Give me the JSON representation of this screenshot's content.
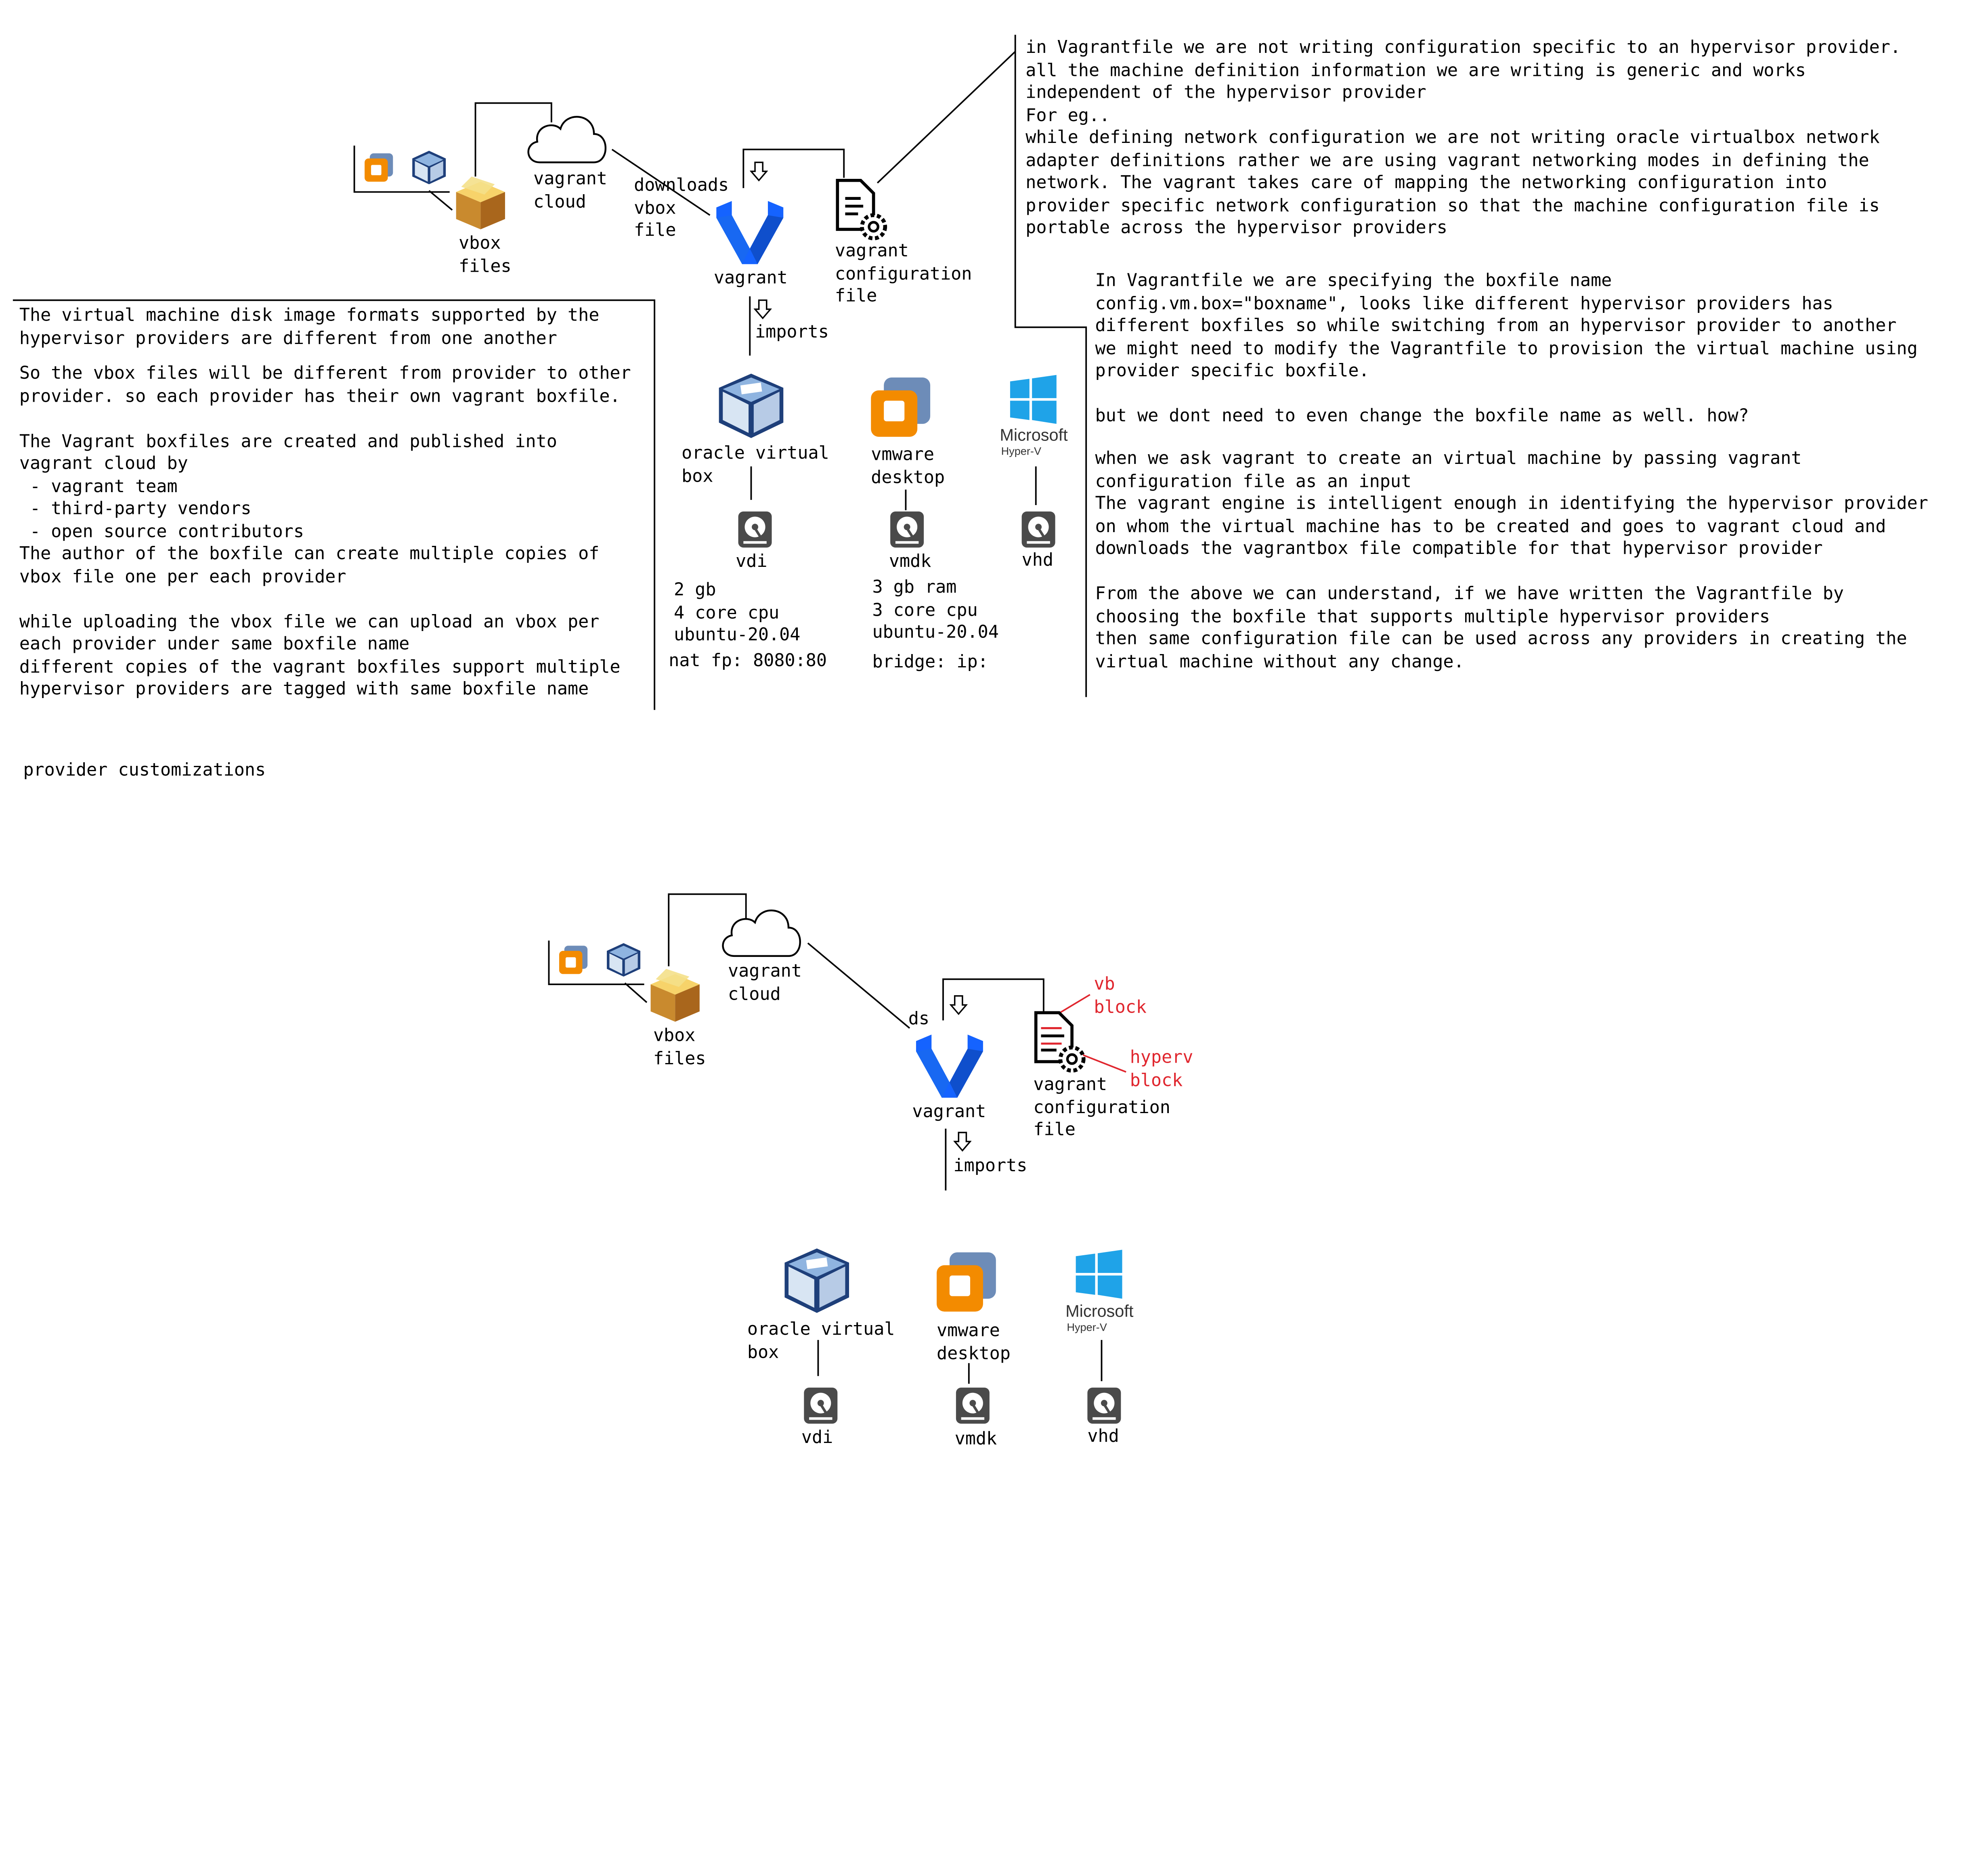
{
  "colors": {
    "vagrant_blue": "#1563ff",
    "vmware_orange": "#f38b00",
    "vmware_blue": "#6d8cb8",
    "windows_blue": "#1fa3e8",
    "annotation_red": "#e0262e"
  },
  "icons": [
    "vmware-icon",
    "virtualbox-icon",
    "package-icon",
    "cloud-icon",
    "vagrant-logo-icon",
    "config-file-gear-icon",
    "hard-disk-icon",
    "windows-logo-icon",
    "arrow-down-icon"
  ],
  "top": {
    "vbox_files": "vbox\nfiles",
    "vagrant_cloud": "vagrant\ncloud",
    "downloads": "downloads\nvbox\nfile",
    "vagrant": "vagrant",
    "config_file": "vagrant\nconfiguration\nfile",
    "imports": "imports",
    "providers": {
      "virtualbox": "oracle virtual\nbox",
      "vmware": "vmware\ndesktop",
      "hyperv_name": "Microsoft",
      "hyperv_sub": "Hyper-V"
    },
    "disks": {
      "vdi": "vdi",
      "vmdk": "vmdk",
      "vhd": "vhd"
    },
    "vbox_specs": "2 gb\n4 core cpu\nubuntu-20.04",
    "vbox_net": "nat fp: 8080:80",
    "vmware_specs": "3 gb ram\n3 core cpu\nubuntu-20.04",
    "vmware_net": "bridge: ip:"
  },
  "notes": {
    "hypervisor_independent": "in Vagrantfile we are not writing configuration specific to an hypervisor provider.\nall the machine definition information we are writing is generic and works\nindependent of the hypervisor provider\nFor eg..\nwhile defining network configuration we are not writing oracle virtualbox network\nadapter definitions rather we are using vagrant networking modes in defining the\nnetwork. The vagrant takes care of mapping the networking configuration into\nprovider specific network configuration so that the machine configuration file is\nportable across the hypervisor providers",
    "boxfile_name": "In Vagrantfile we are specifying the boxfile name\nconfig.vm.box=\"boxname\", looks like different hypervisor providers has\ndifferent boxfiles so while switching from an hypervisor provider to another\nwe might need to modify the Vagrantfile to provision the virtual machine using\nprovider specific boxfile.\n\nbut we dont need to even change the boxfile name as well. how?",
    "engine": "when we ask vagrant to create an virtual machine by passing vagrant\nconfiguration file as an input\nThe vagrant engine is intelligent enough in identifying the hypervisor provider\non whom the virtual machine has to be created and goes to vagrant cloud and\ndownloads the vagrantbox file compatible for that hypervisor provider",
    "conclusion": "From the above we can understand, if we have written the Vagrantfile by\nchoosing the boxfile that supports multiple hypervisor providers\nthen same configuration file can be used across any providers in creating the\nvirtual machine without any change.",
    "disk_formats": "The virtual machine disk image formats supported by the\nhypervisor providers are different from one another",
    "boxfiles": "So the vbox files will be different from provider to other\nprovider. so each provider has their own vagrant boxfile.\n\nThe Vagrant boxfiles are created and published into\nvagrant cloud by\n - vagrant team\n - third-party vendors\n - open source contributors\nThe author of the boxfile can create multiple copies of\nvbox file one per each provider\n\nwhile uploading the vbox file we can upload an vbox per\neach provider under same boxfile name\ndifferent copies of the vagrant boxfiles support multiple\nhypervisor providers are tagged with same boxfile name"
  },
  "section_title": "provider customizations",
  "bottom": {
    "vbox_files": "vbox\nfiles",
    "vagrant_cloud": "vagrant\ncloud",
    "ds": "ds",
    "vagrant": "vagrant",
    "config_file": "vagrant\nconfiguration\nfile",
    "vb_block": "vb\nblock",
    "hyperv_block": "hyperv\nblock",
    "imports": "imports",
    "providers": {
      "virtualbox": "oracle virtual\nbox",
      "vmware": "vmware\ndesktop",
      "hyperv_name": "Microsoft",
      "hyperv_sub": "Hyper-V"
    },
    "disks": {
      "vdi": "vdi",
      "vmdk": "vmdk",
      "vhd": "vhd"
    }
  }
}
